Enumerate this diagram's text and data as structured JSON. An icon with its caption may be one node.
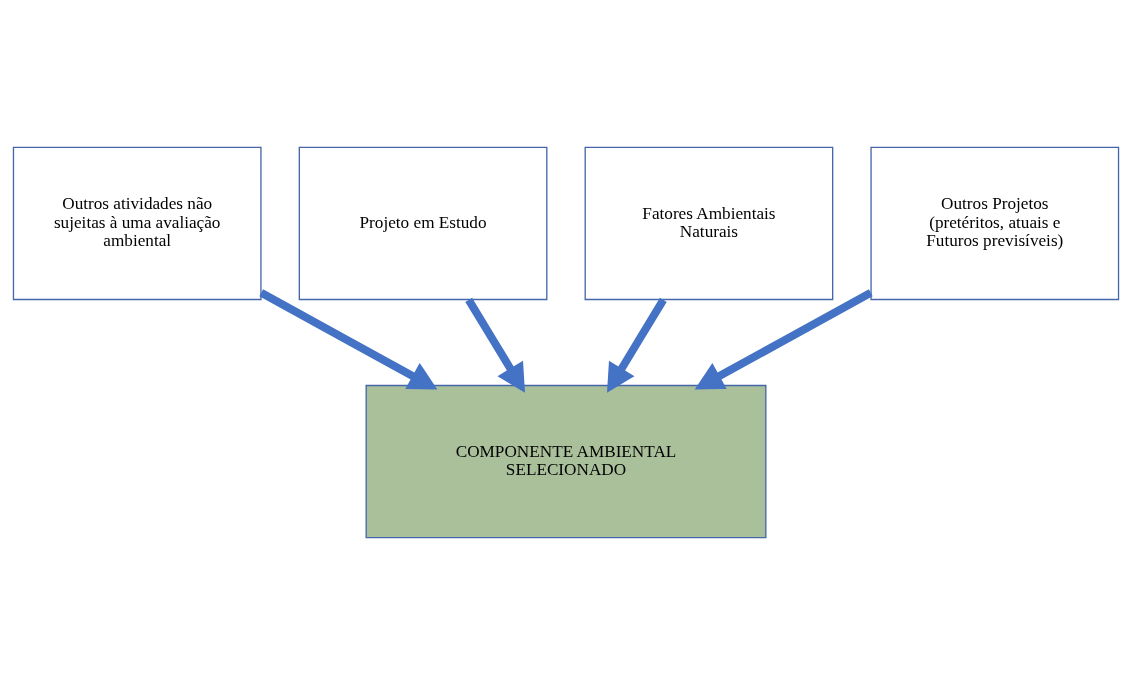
{
  "diagram": {
    "nodes": [
      {
        "text": [
          "Outros atividades não sujeitas à uma avaliação ambiental"
        ]
      },
      {
        "text": [
          "Projeto em Estudo"
        ]
      },
      {
        "text": [
          "COMPONENTE AMBIENTAL SELECIONADO"
        ]
      },
      {
        "text": [
          "Fatores Ambientais Naturais"
        ]
      },
      {
        "text": [
          "Outros Projetos (pretéritos, atuais e Futuros previsíveis)"
        ]
      }
    ],
    "edges": [
      {
        "from": 0,
        "to": 2,
        "arrow": "to"
      },
      {
        "from": 1,
        "to": 2,
        "arrow": "to"
      },
      {
        "from": 3,
        "to": 2,
        "arrow": "to"
      },
      {
        "from": 4,
        "to": 2,
        "arrow": "to"
      }
    ]
  }
}
